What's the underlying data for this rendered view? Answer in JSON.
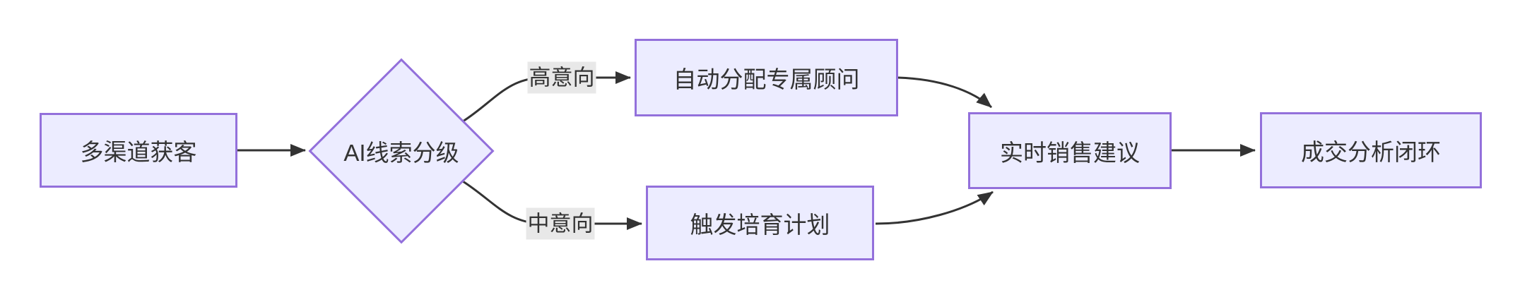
{
  "diagram": {
    "type": "flowchart",
    "colors": {
      "background": "#ffffff",
      "node_fill": "#ececff",
      "node_border": "#9370db",
      "edge_color": "#333333",
      "label_bg": "#e8e8e8",
      "text_color": "#333333"
    },
    "nodes": [
      {
        "id": "multichannel-acquisition",
        "shape": "rectangle",
        "label": "多渠道获客"
      },
      {
        "id": "ai-lead-grading",
        "shape": "diamond",
        "label": "AI线索分级"
      },
      {
        "id": "auto-assign-consultant",
        "shape": "rectangle",
        "label": "自动分配专属顾问"
      },
      {
        "id": "trigger-nurture-plan",
        "shape": "rectangle",
        "label": "触发培育计划"
      },
      {
        "id": "realtime-sales-advice",
        "shape": "rectangle",
        "label": "实时销售建议"
      },
      {
        "id": "deal-analysis-loop",
        "shape": "rectangle",
        "label": "成交分析闭环"
      }
    ],
    "edges": [
      {
        "from": "multichannel-acquisition",
        "to": "ai-lead-grading",
        "label": ""
      },
      {
        "from": "ai-lead-grading",
        "to": "auto-assign-consultant",
        "label": "高意向"
      },
      {
        "from": "ai-lead-grading",
        "to": "trigger-nurture-plan",
        "label": "中意向"
      },
      {
        "from": "auto-assign-consultant",
        "to": "realtime-sales-advice",
        "label": ""
      },
      {
        "from": "trigger-nurture-plan",
        "to": "realtime-sales-advice",
        "label": ""
      },
      {
        "from": "realtime-sales-advice",
        "to": "deal-analysis-loop",
        "label": ""
      }
    ]
  }
}
